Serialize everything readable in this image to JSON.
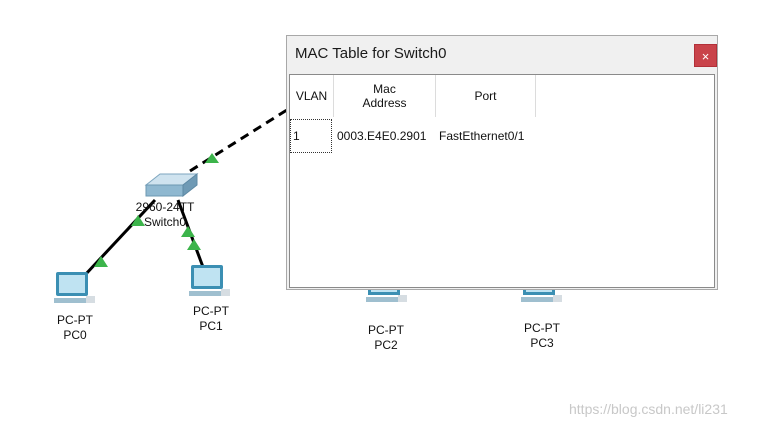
{
  "topology": {
    "switch": {
      "model": "2960-24TT",
      "name": "Switch0"
    },
    "pcs": [
      {
        "model": "PC-PT",
        "name": "PC0"
      },
      {
        "model": "PC-PT",
        "name": "PC1"
      },
      {
        "model": "PC-PT",
        "name": "PC2"
      },
      {
        "model": "PC-PT",
        "name": "PC3"
      }
    ],
    "link_color": "#000000",
    "link_status_color": "#3cb44b"
  },
  "mac_window": {
    "title": "MAC Table for Switch0",
    "close_label": "×",
    "columns": [
      "VLAN",
      "Mac\nAddress",
      "Port"
    ],
    "rows": [
      {
        "vlan": "1",
        "mac": "0003.E4E0.2901",
        "port": "FastEthernet0/1"
      }
    ],
    "close_color": "#c9434a"
  },
  "watermark": "https://blog.csdn.net/li231"
}
